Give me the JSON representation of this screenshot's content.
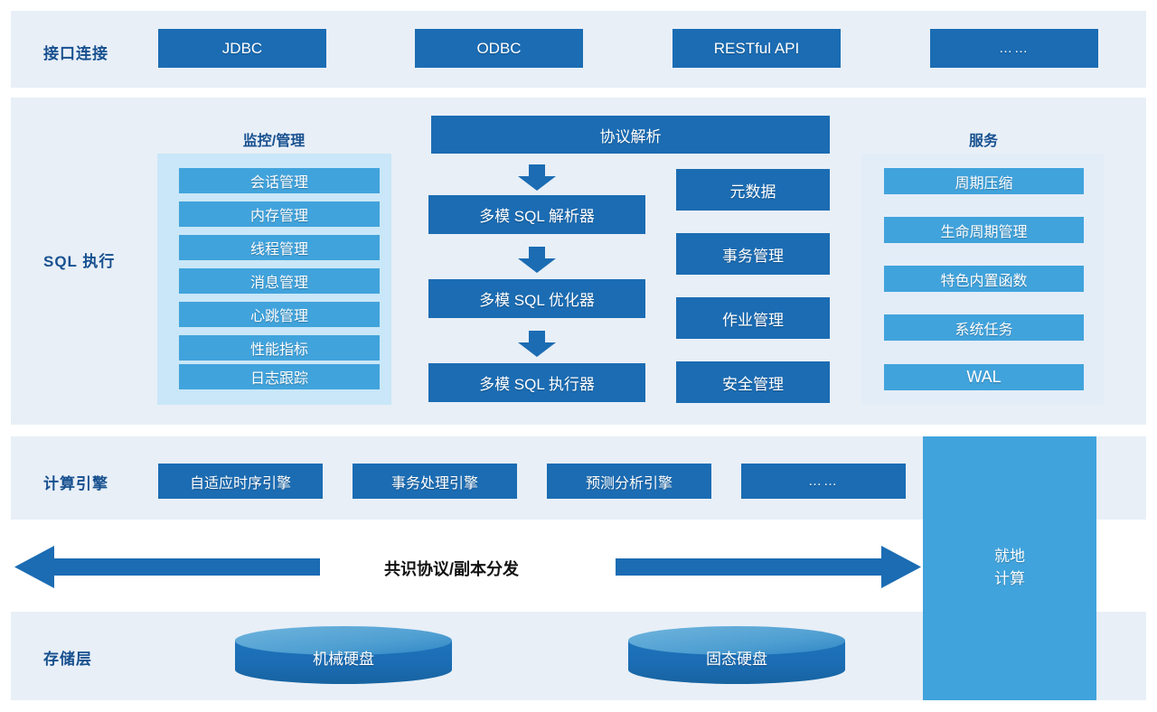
{
  "layers": {
    "interface": {
      "label": "接口连接",
      "items": [
        {
          "label": "JDBC"
        },
        {
          "label": "ODBC"
        },
        {
          "label": "RESTful API"
        },
        {
          "label": "……"
        }
      ]
    },
    "sql_execution": {
      "label": "SQL 执行",
      "monitor": {
        "title": "监控/管理",
        "items": [
          {
            "label": "会话管理"
          },
          {
            "label": "内存管理"
          },
          {
            "label": "线程管理"
          },
          {
            "label": "消息管理"
          },
          {
            "label": "心跳管理"
          },
          {
            "label": "性能指标"
          },
          {
            "label": "日志跟踪"
          }
        ]
      },
      "pipeline": {
        "header": "协议解析",
        "steps": [
          {
            "label": "多模 SQL 解析器"
          },
          {
            "label": "多模 SQL 优化器"
          },
          {
            "label": "多模 SQL 执行器"
          }
        ]
      },
      "management": [
        {
          "label": "元数据"
        },
        {
          "label": "事务管理"
        },
        {
          "label": "作业管理"
        },
        {
          "label": "安全管理"
        }
      ],
      "service": {
        "title": "服务",
        "items": [
          {
            "label": "周期压缩"
          },
          {
            "label": "生命周期管理"
          },
          {
            "label": "特色内置函数"
          },
          {
            "label": "系统任务"
          },
          {
            "label": "WAL"
          }
        ]
      }
    },
    "compute_engine": {
      "label": "计算引擎",
      "items": [
        {
          "label": "自适应时序引擎"
        },
        {
          "label": "事务处理引擎"
        },
        {
          "label": "预测分析引擎"
        },
        {
          "label": "……"
        }
      ]
    },
    "consensus": {
      "label": "共识协议/副本分发"
    },
    "in_situ": {
      "label": "就地\n计算"
    },
    "storage": {
      "label": "存储层",
      "items": [
        {
          "label": "机械硬盘"
        },
        {
          "label": "固态硬盘"
        }
      ]
    }
  },
  "colors": {
    "panel_bg": "#e8eff7",
    "dark_blue": "#1b6cb3",
    "light_blue": "#41a3dc",
    "monitor_panel": "#c9e7f8",
    "service_panel": "#e3edf8",
    "label_blue": "#17508f"
  }
}
